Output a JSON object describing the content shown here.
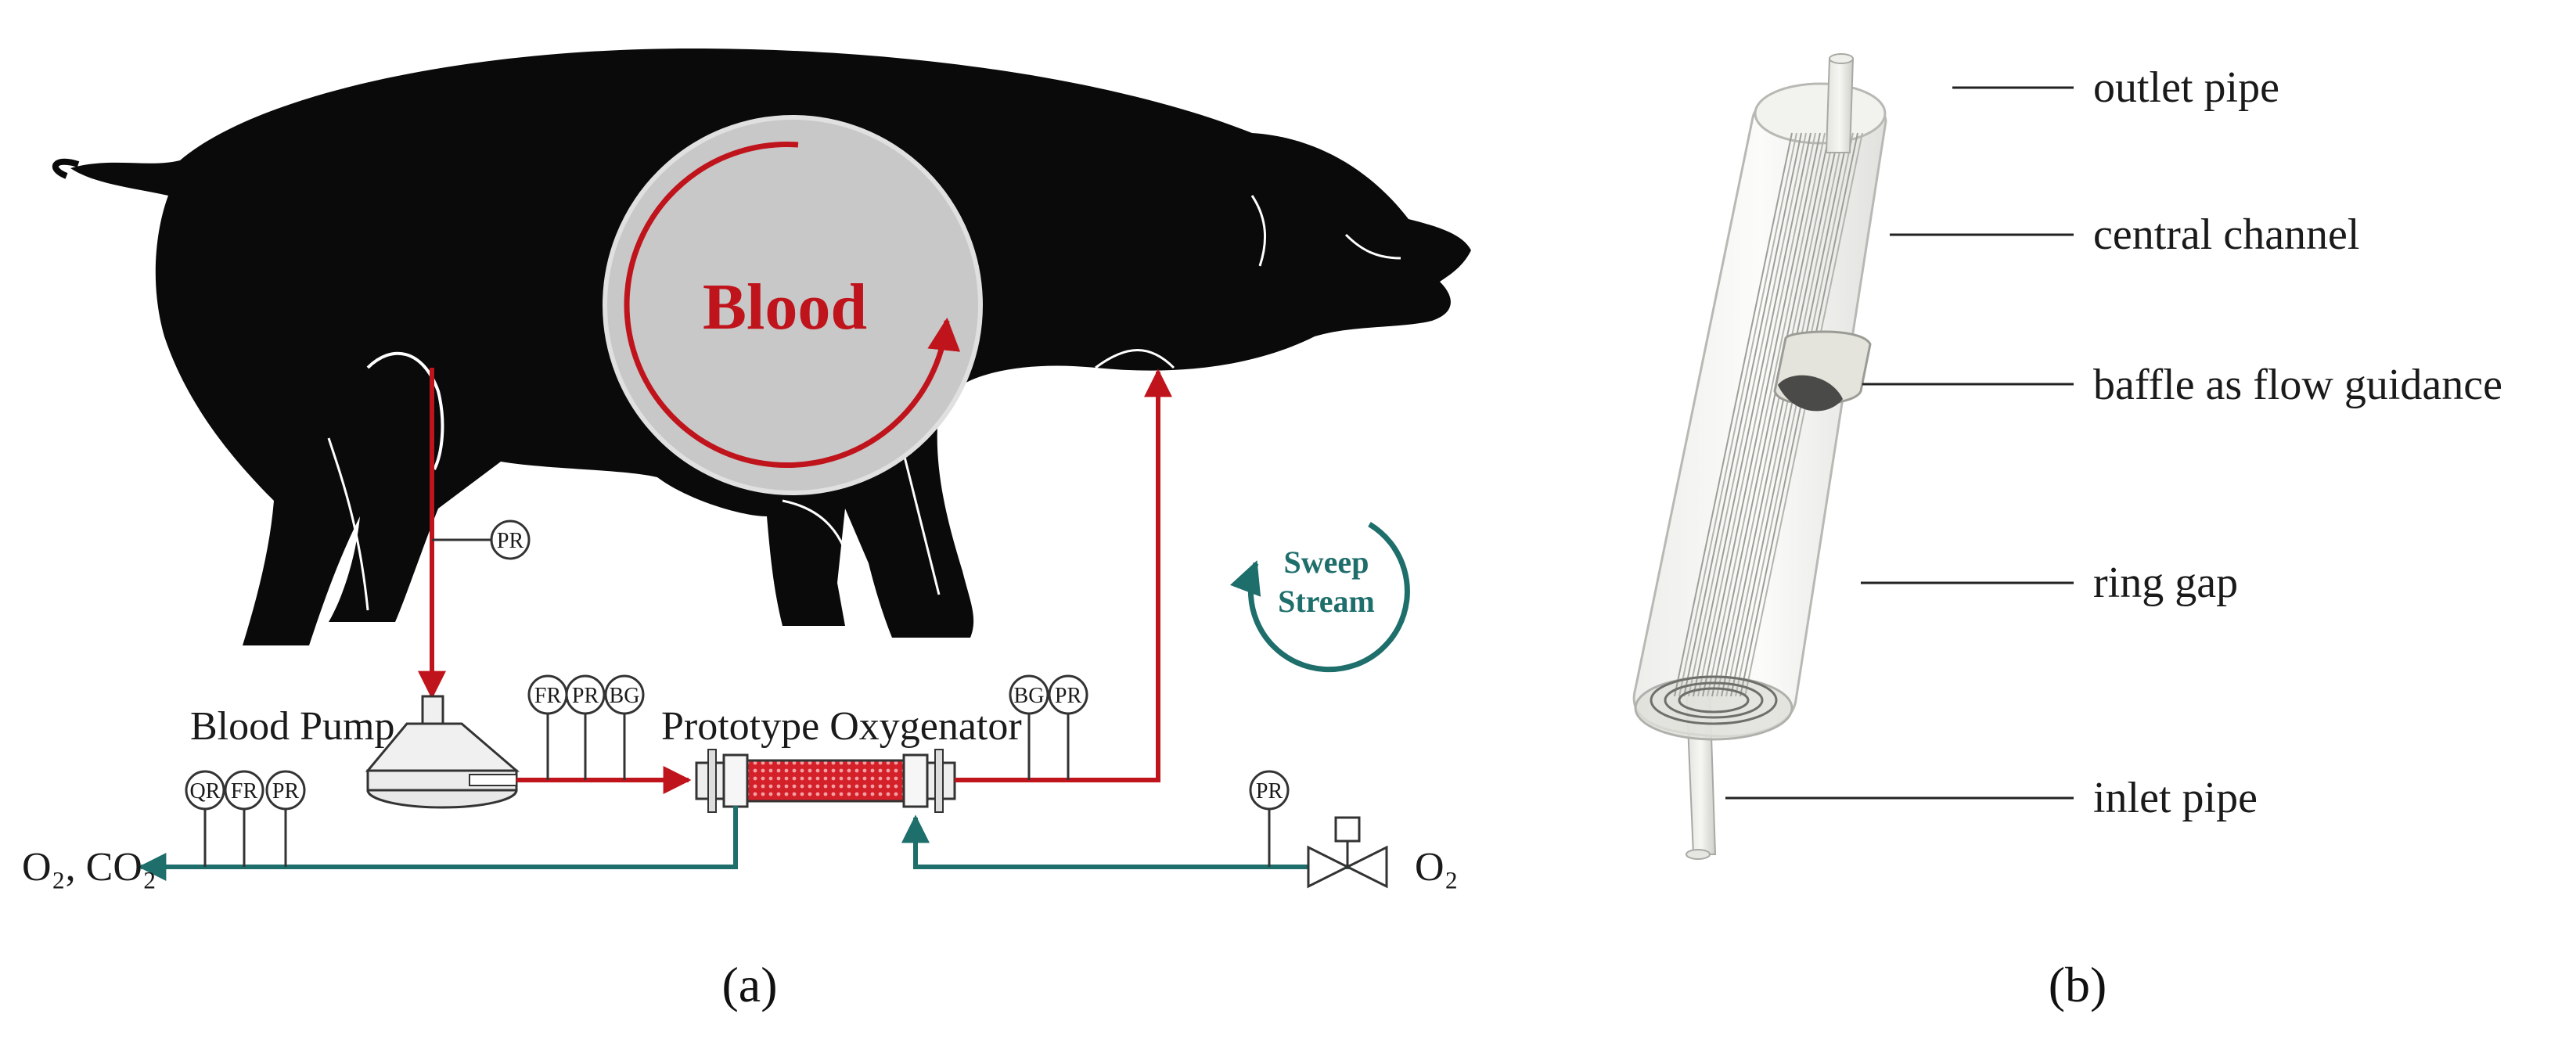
{
  "panel_a": {
    "blood_label": "Blood",
    "sweep_label_1": "Sweep",
    "sweep_label_2": "Stream",
    "blood_pump_label": "Blood Pump",
    "oxygenator_label": "Prototype Oxygenator",
    "gas_out_label": "O₂, CO₂",
    "gas_in_label": "O₂",
    "gauges": {
      "pr_pig": "PR",
      "qr": "QR",
      "fr_left": "FR",
      "pr_left": "PR",
      "fr_mid": "FR",
      "pr_mid": "PR",
      "bg_mid": "BG",
      "bg_right": "BG",
      "pr_right": "PR",
      "pr_gas": "PR"
    },
    "caption": "(a)",
    "colors": {
      "blood": "#c0141c",
      "gas": "#1e6e6b",
      "pig": "#0a0a0a",
      "heart": "#c8c8c8"
    }
  },
  "panel_b": {
    "labels": {
      "outlet": "outlet pipe",
      "central": "central channel",
      "baffle": "baffle as flow guidance",
      "ring": "ring gap",
      "inlet": "inlet pipe"
    },
    "caption": "(b)"
  }
}
